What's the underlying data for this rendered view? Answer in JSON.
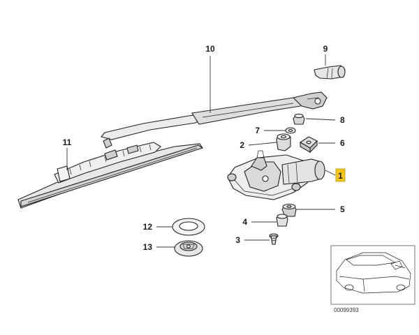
{
  "diagram": {
    "image_number": "00099393",
    "highlight_color": "#f5c518",
    "highlighted_callout": "1",
    "callouts": {
      "c1": "1",
      "c2": "2",
      "c3": "3",
      "c4": "4",
      "c5": "5",
      "c6": "6",
      "c7": "7",
      "c8": "8",
      "c9": "9",
      "c10": "10",
      "c11": "11",
      "c12": "12",
      "c13": "13"
    },
    "parts": {
      "p1": "wiper-motor",
      "p2": "grommet",
      "p3": "screw",
      "p4": "bushing",
      "p5": "rubber-mount",
      "p6": "square-nut",
      "p7": "washer",
      "p8": "cap-nut",
      "p9": "arm-cover-cap",
      "p10": "wiper-arm",
      "p11": "wiper-blade",
      "p12": "seal-ring",
      "p13": "grommet-cover"
    }
  }
}
